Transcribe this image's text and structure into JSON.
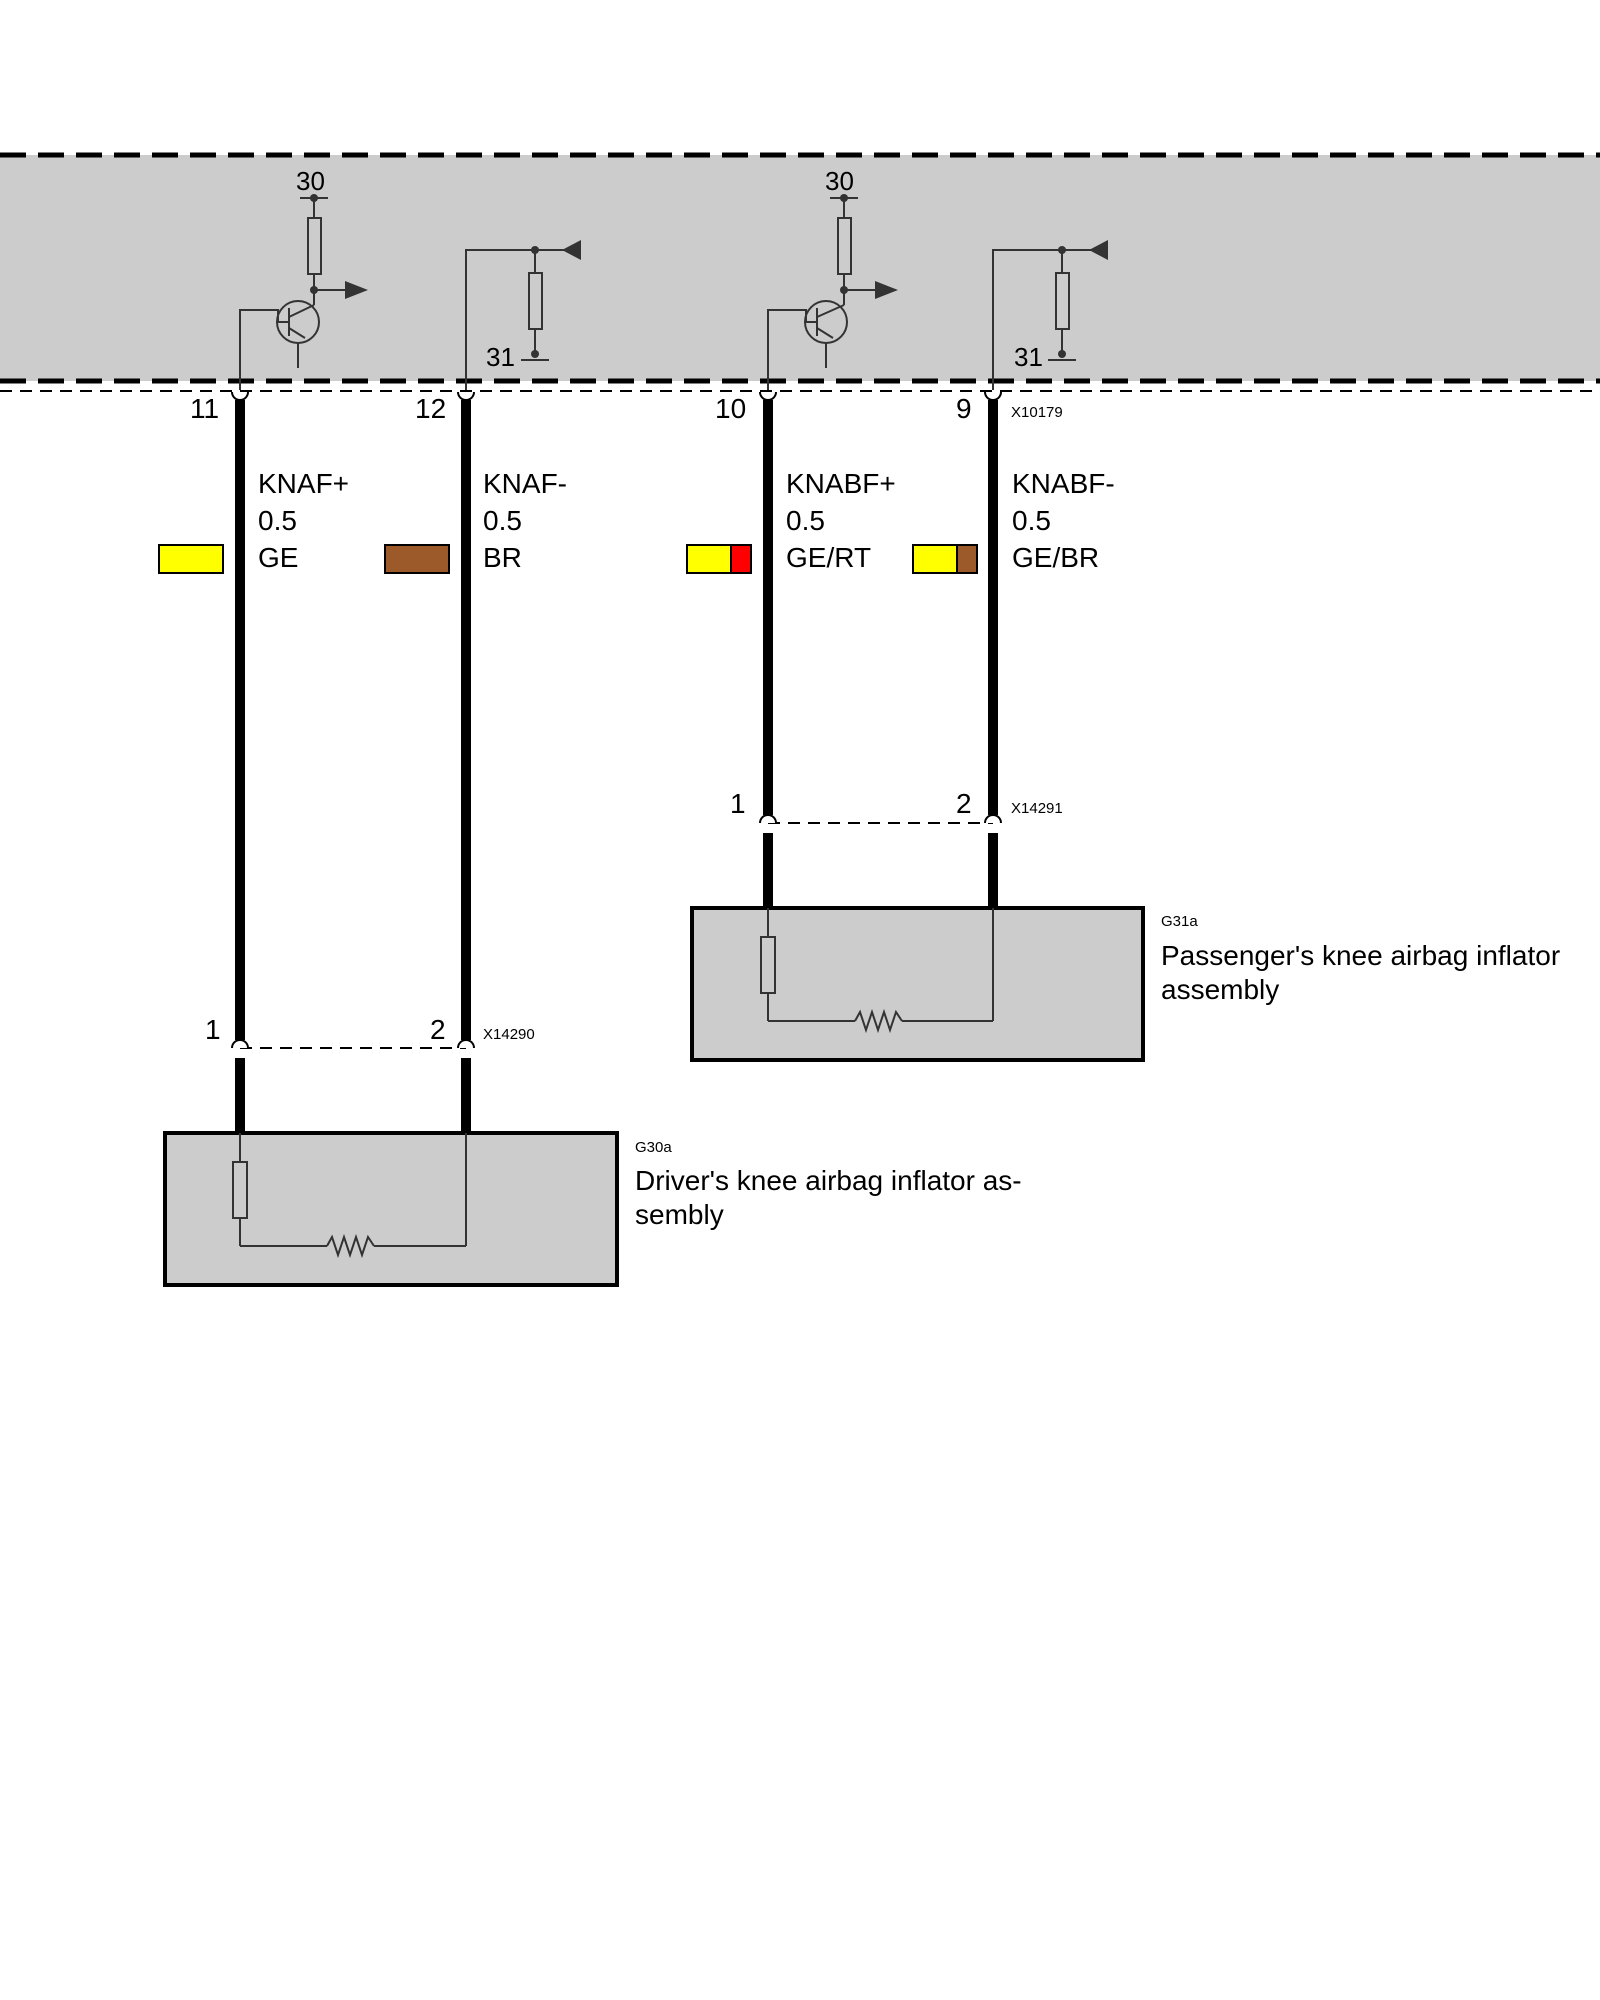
{
  "control_unit": {
    "supply_left": "30",
    "ground_left": "31",
    "supply_right": "30",
    "ground_right": "31",
    "connector": "X10179",
    "pins": [
      "11",
      "12",
      "10",
      "9"
    ]
  },
  "wires": [
    {
      "signal": "KNAF+",
      "size": "0.5",
      "color_code": "GE",
      "colors": [
        "#ffff00"
      ]
    },
    {
      "signal": "KNAF-",
      "size": "0.5",
      "color_code": "BR",
      "colors": [
        "#9c5a2a"
      ]
    },
    {
      "signal": "KNABF+",
      "size": "0.5",
      "color_code": "GE/RT",
      "colors": [
        "#ffff00",
        "#ff0000"
      ]
    },
    {
      "signal": "KNABF-",
      "size": "0.5",
      "color_code": "GE/BR",
      "colors": [
        "#ffff00",
        "#9c5a2a"
      ]
    }
  ],
  "driver_connector": {
    "id": "X14290",
    "pin1": "1",
    "pin2": "2"
  },
  "passenger_connector": {
    "id": "X14291",
    "pin1": "1",
    "pin2": "2"
  },
  "driver_module": {
    "id": "G30a",
    "line1": "Driver's knee airbag inflator as-",
    "line2": "sembly"
  },
  "passenger_module": {
    "id": "G31a",
    "line1": "Passenger's knee airbag inflator",
    "line2": "assembly"
  }
}
